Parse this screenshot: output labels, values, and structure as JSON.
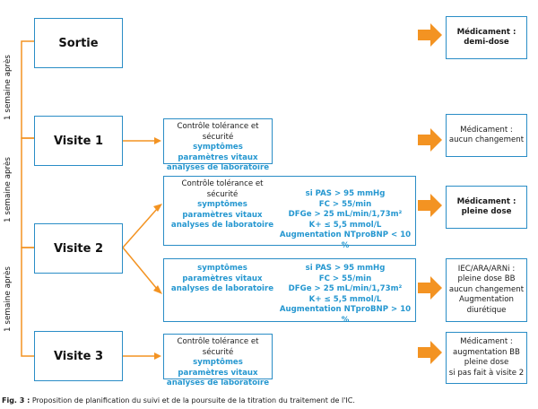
{
  "visits": {
    "sortie": "Sortie",
    "visite1": "Visite 1",
    "visite2": "Visite 2",
    "visite3": "Visite 3"
  },
  "timeline_label": "1 semaine après",
  "boxes": {
    "v1": {
      "title": "Contrôle tolérance et sécurité",
      "items": [
        "symptômes",
        "paramètres vitaux",
        "analyses de laboratoire"
      ]
    },
    "v2_top": {
      "title": "Contrôle tolérance et sécurité",
      "items": [
        "symptômes",
        "paramètres vitaux",
        "analyses de laboratoire"
      ],
      "criteria": [
        "si PAS > 95 mmHg",
        "FC > 55/min",
        "DFGe > 25 mL/min/1,73m²",
        "K+ ≤ 5,5 mmol/L",
        "Augmentation NTproBNP < 10 %"
      ]
    },
    "v2_bottom": {
      "items": [
        "symptômes",
        "paramètres vitaux",
        "analyses de laboratoire"
      ],
      "criteria": [
        "si PAS > 95 mmHg",
        "FC > 55/min",
        "DFGe > 25 mL/min/1,73m²",
        "K+ ≤ 5,5 mmol/L",
        "Augmentation NTproBNP > 10 %"
      ]
    },
    "v3": {
      "title": "Contrôle tolérance et sécurité",
      "items": [
        "symptômes",
        "paramètres vitaux",
        "analyses de laboratoire"
      ]
    }
  },
  "medications": {
    "m1": {
      "line1": "Médicament :",
      "line2": "demi-dose"
    },
    "m2": {
      "line1": "Médicament :",
      "line2": "aucun changement"
    },
    "m3": {
      "line1": "Médicament :",
      "line2": "pleine dose"
    },
    "m4": {
      "lines": [
        "IEC/ARA/ARNi :",
        "pleine dose BB",
        "aucun changement",
        "Augmentation",
        "diurétique"
      ]
    },
    "m5": {
      "lines": [
        "Médicament :",
        "augmentation BB",
        "pleine dose",
        "si pas fait à visite 2"
      ]
    }
  },
  "caption": {
    "label": "Fig. 3 :",
    "text": "Proposition de planification du suivi et de la poursuite de la titration du traitement de l'IC."
  },
  "colors": {
    "border": "#2a8dc6",
    "accent_text": "#2597d0",
    "arrow": "#f39322",
    "connector": "#f39322"
  }
}
